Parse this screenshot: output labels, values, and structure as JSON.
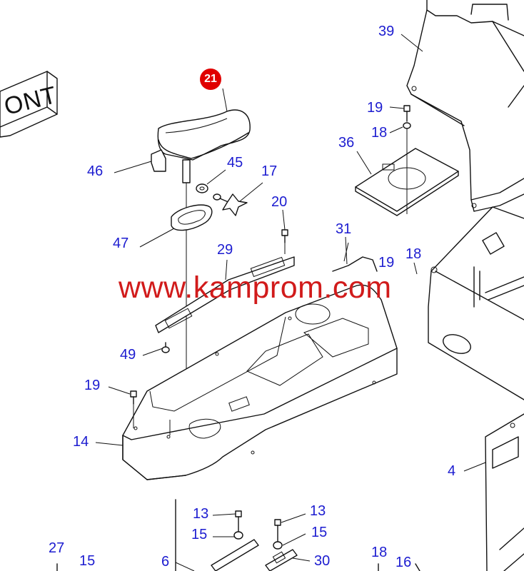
{
  "front_label": "ONT",
  "watermark": "www.kamprom.com",
  "callouts": [
    {
      "label": "21",
      "highlight": true
    },
    {
      "label": "39"
    },
    {
      "label": "19"
    },
    {
      "label": "18"
    },
    {
      "label": "36"
    },
    {
      "label": "46"
    },
    {
      "label": "45"
    },
    {
      "label": "17"
    },
    {
      "label": "20"
    },
    {
      "label": "47"
    },
    {
      "label": "31"
    },
    {
      "label": "29"
    },
    {
      "label": "19"
    },
    {
      "label": "18"
    },
    {
      "label": "49"
    },
    {
      "label": "19"
    },
    {
      "label": "14"
    },
    {
      "label": "4"
    },
    {
      "label": "13"
    },
    {
      "label": "13"
    },
    {
      "label": "15"
    },
    {
      "label": "15"
    },
    {
      "label": "27"
    },
    {
      "label": "15"
    },
    {
      "label": "6"
    },
    {
      "label": "30"
    },
    {
      "label": "18"
    },
    {
      "label": "16"
    }
  ]
}
